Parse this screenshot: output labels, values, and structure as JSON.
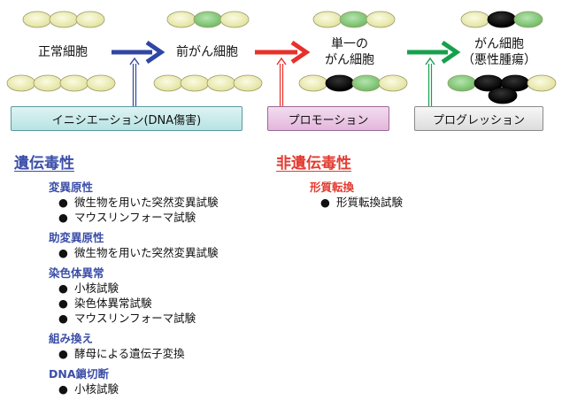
{
  "stages": [
    {
      "label_lines": [
        "正常細胞"
      ]
    },
    {
      "label_lines": [
        "前がん細胞"
      ]
    },
    {
      "label_lines": [
        "単一の",
        "がん細胞"
      ]
    },
    {
      "label_lines": [
        "がん細胞",
        "（悪性腫瘍）"
      ]
    }
  ],
  "processes": [
    {
      "label": "イニシエーション(DNA傷害)"
    },
    {
      "label": "プロモーション"
    },
    {
      "label": "プログレッション"
    }
  ],
  "colors": {
    "cell_normal": "#efefb6",
    "cell_green": "#8ccf84",
    "cell_black": "#0a0a0a",
    "arrow_blue": "#2f46a3",
    "arrow_red": "#e8302a",
    "arrow_green": "#16a04c",
    "heading_blue": "#3b4ea8",
    "heading_red": "#e33b30"
  },
  "genotoxic": {
    "title": "遺伝毒性",
    "sections": [
      {
        "title": "変異原性",
        "items": [
          "微生物を用いた突然変異試験",
          "マウスリンフォーマ試験"
        ]
      },
      {
        "title": "助変異原性",
        "items": [
          "微生物を用いた突然変異試験"
        ]
      },
      {
        "title": "染色体異常",
        "items": [
          "小核試験",
          "染色体異常試験",
          "マウスリンフォーマ試験"
        ]
      },
      {
        "title": "組み換え",
        "items": [
          "酵母による遺伝子変換"
        ]
      },
      {
        "title": "DNA鎖切断",
        "items": [
          "小核試験"
        ]
      }
    ]
  },
  "nongenotoxic": {
    "title": "非遺伝毒性",
    "sections": [
      {
        "title": "形質転換",
        "items": [
          "形質転換試験"
        ]
      }
    ]
  },
  "bullet": "●"
}
